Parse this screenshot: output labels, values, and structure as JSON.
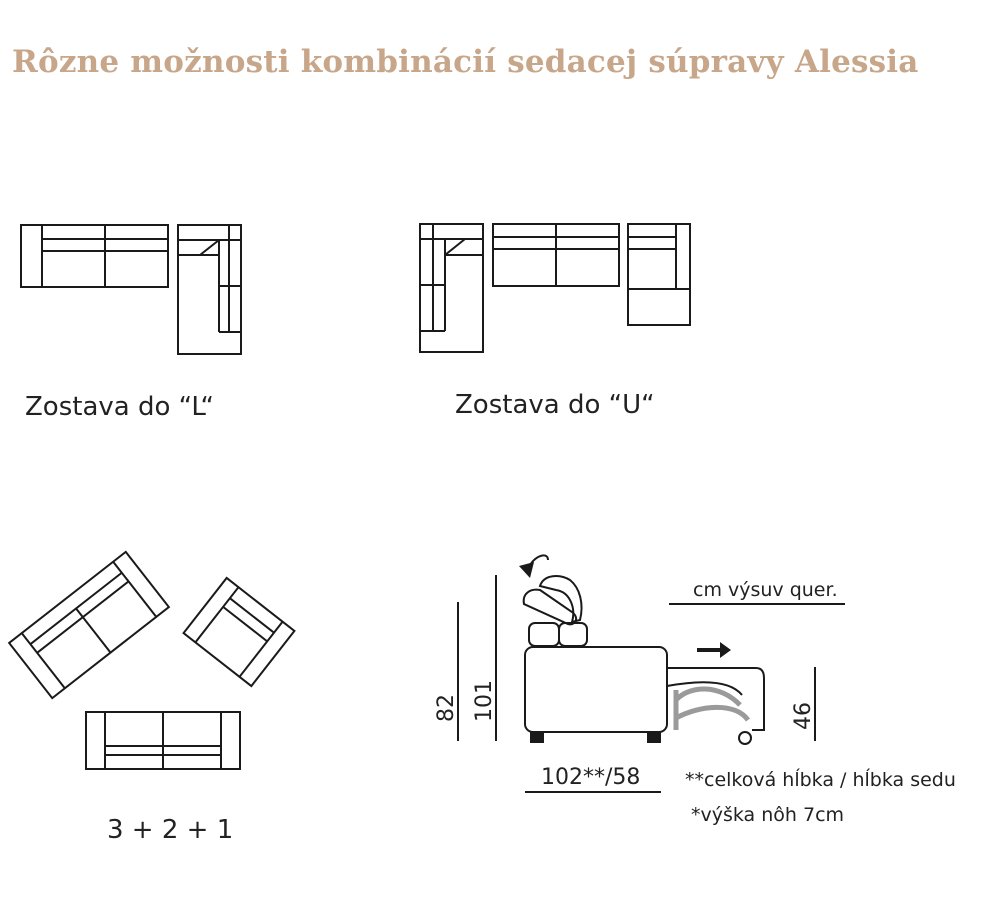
{
  "title": "Rôzne možnosti kombinácií sedacej súpravy Alessia",
  "configs": {
    "l_label": "Zostava do “L“",
    "u_label": "Zostava do “U“",
    "set_label": "3 + 2 + 1"
  },
  "side_view": {
    "pullout_label": "cm výsuv quer.",
    "dim_82": "82",
    "dim_101": "101",
    "dim_46": "46",
    "depth_label": "102**/58",
    "note_depth": "**celková hĺbka / hĺbka sedu",
    "note_legs": "*výška nôh 7cm"
  }
}
